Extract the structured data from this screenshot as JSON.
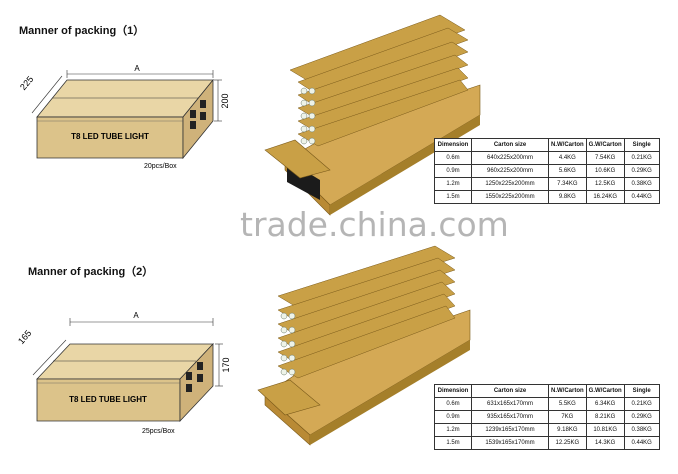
{
  "sections": [
    {
      "title": "Manner of packing（1）",
      "dims": {
        "width": "225",
        "length": "A",
        "height": "200"
      },
      "box_label": "T8 LED TUBE LIGHT",
      "qty": "20pcs/Box",
      "table": {
        "headers": [
          "Dimension",
          "Carton size",
          "N.W/Carton",
          "G.W/Carton",
          "Single"
        ],
        "rows": [
          [
            "0.6m",
            "640x225x200mm",
            "4.4KG",
            "7.54KG",
            "0.21KG"
          ],
          [
            "0.9m",
            "960x225x200mm",
            "5.6KG",
            "10.6KG",
            "0.29KG"
          ],
          [
            "1.2m",
            "1250x225x200mm",
            "7.34KG",
            "12.5KG",
            "0.38KG"
          ],
          [
            "1.5m",
            "1550x225x200mm",
            "9.8KG",
            "16.24KG",
            "0.44KG"
          ]
        ]
      }
    },
    {
      "title": "Manner of packing（2）",
      "dims": {
        "width": "165",
        "length": "A",
        "height": "170"
      },
      "box_label": "T8 LED TUBE LIGHT",
      "qty": "25pcs/Box",
      "table": {
        "headers": [
          "Dimension",
          "Carton size",
          "N.W/Carton",
          "G.W/Carton",
          "Single"
        ],
        "rows": [
          [
            "0.6m",
            "631x165x170mm",
            "5.5KG",
            "6.34KG",
            "0.21KG"
          ],
          [
            "0.9m",
            "935x165x170mm",
            "7KG",
            "8.21KG",
            "0.29KG"
          ],
          [
            "1.2m",
            "1239x165x170mm",
            "9.18KG",
            "10.81KG",
            "0.38KG"
          ],
          [
            "1.5m",
            "1539x165x170mm",
            "12.25KG",
            "14.3KG",
            "0.44KG"
          ]
        ]
      }
    }
  ],
  "watermark": "trade.china.com",
  "colors": {
    "carton_front": "#dcc38a",
    "carton_top": "#e9d6a6",
    "carton_side": "#cfb27a",
    "tube_cardboard": "#c9a046",
    "tube_dark": "#a57f2a",
    "tube_end": "#eef3e8"
  }
}
